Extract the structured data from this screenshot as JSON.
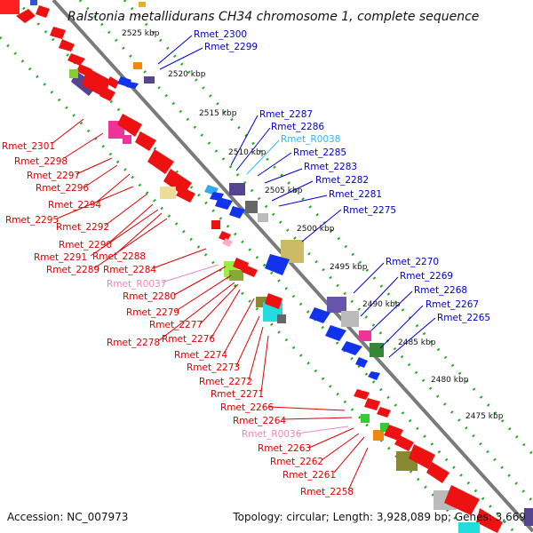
{
  "title": "Ralstonia metallidurans CH34 chromosome 1, complete sequence",
  "footer": {
    "accession": "Accession: NC_007973",
    "summary": "Topology: circular; Length: 3,928,089 bp; Genes: 3,669"
  },
  "colors": {
    "backbone": "#808080",
    "grid": "#22aa22",
    "plus_strand_label": "#0000cc",
    "minus_strand_label": "#dd0000",
    "rna_label_blue": "#33bbee",
    "rna_label_pink": "#ee88bb"
  },
  "kbp_ticks": [
    "2525 kbp",
    "2520 kbp",
    "2515 kbp",
    "2510 kbp",
    "2505 kbp",
    "2500 kbp",
    "2495 kbp",
    "2490 kbp",
    "2485 kbp",
    "2480 kbp",
    "2475 kbp"
  ],
  "right_labels": [
    "Rmet_2300",
    "Rmet_2299",
    "Rmet_2287",
    "Rmet_2286",
    "Rmet_R0038",
    "Rmet_2285",
    "Rmet_2283",
    "Rmet_2282",
    "Rmet_2281",
    "Rmet_2275",
    "Rmet_2270",
    "Rmet_2269",
    "Rmet_2268",
    "Rmet_2267",
    "Rmet_2265"
  ],
  "left_labels": [
    "Rmet_2301",
    "Rmet_2298",
    "Rmet_2297",
    "Rmet_2296",
    "Rmet_2294",
    "Rmet_2295",
    "Rmet_2292",
    "Rmet_2290",
    "Rmet_2291",
    "Rmet_2288",
    "Rmet_2289",
    "Rmet_2284",
    "Rmet_R0037",
    "Rmet_2280",
    "Rmet_2279",
    "Rmet_2277",
    "Rmet_2278",
    "Rmet_2276",
    "Rmet_2274",
    "Rmet_2273",
    "Rmet_2272",
    "Rmet_2271",
    "Rmet_2266",
    "Rmet_2264",
    "Rmet_R0036",
    "Rmet_2263",
    "Rmet_2262",
    "Rmet_2261",
    "Rmet_2258"
  ]
}
